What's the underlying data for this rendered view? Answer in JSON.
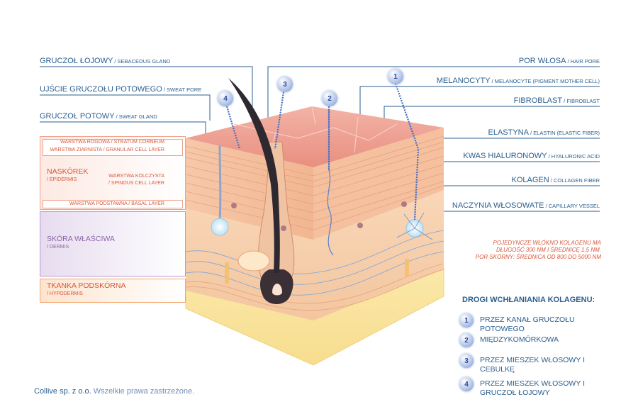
{
  "left_labels": {
    "sebaceous": {
      "main": "GRUCZOŁ ŁOJOWY",
      "sub": " / SEBACEOUS GLAND"
    },
    "sweat_pore": {
      "main": "UJŚCIE GRUCZOŁU POTOWEGO",
      "sub": " / SWEAT PORE"
    },
    "sweat_gland": {
      "main": "GRUCZOŁ POTOWY",
      "sub": " / SWEAT GLAND"
    }
  },
  "right_labels": {
    "hair_pore": {
      "main": "POR WŁOSA",
      "sub": " / HAIR PORE"
    },
    "melanocyte": {
      "main": "MELANOCYTY",
      "sub": " / MELANOCYTE (PIGMENT MOTHER CELL)"
    },
    "fibroblast": {
      "main": "FIBROBLAST",
      "sub": " / FIBROBLAST"
    },
    "elastin": {
      "main": "ELASTYNA",
      "sub": " / ELASTIN (ELASTIC FIBER)"
    },
    "hyaluronic": {
      "main": "KWAS HIALURONOWY",
      "sub": " / HYALURONIC ACID"
    },
    "collagen": {
      "main": "KOLAGEN",
      "sub": " / COLLAGEN FIBER"
    },
    "capillary": {
      "main": "NACZYNIA WŁOSOWATE",
      "sub": " / CAPILLARY VESSEL"
    }
  },
  "layers": {
    "epidermis": {
      "title": "NASKÓREK",
      "sub": "/ EPIDERMIS"
    },
    "stratum_corneum": "WARSTWA ROGOWA / STRATUM CORNEUM",
    "granular": "WARSTWA ZIARNISTA / GRANULAR CELL LAYER",
    "spinous_1": "WARSTWA KOLCZYSTA",
    "spinous_2": "/ SPINOUS CELL LAYER",
    "basal": "WARSTWA PODSTAWNA / BASAL LAYER",
    "dermis": {
      "title": "SKÓRA WŁAŚCIWA",
      "sub": "/ DERMIS"
    },
    "hypodermis": {
      "title": "TKANKA PODSKÓRNA",
      "sub": "/ HYPODERMIS"
    }
  },
  "note": {
    "line1": "POJEDYNCZE WŁÓKNO KOLAGENU MA",
    "line2": "DŁUGOŚĆ 300 NM I ŚREDNICĘ 1,5 NM.",
    "line3": "POR SKÓRNY: ŚREDNICA OD 800 DO 5000 NM"
  },
  "routes": {
    "title": "DROGI WCHŁANIANIA KOLAGENU:",
    "items": [
      {
        "num": "1",
        "text": "PRZEZ KANAŁ GRUCZOŁU POTOWEGO"
      },
      {
        "num": "2",
        "text": "MIĘDZYKOMÓRKOWA"
      },
      {
        "num": "3",
        "text": "PRZEZ MIESZEK WŁOSOWY I CEBULKĘ"
      },
      {
        "num": "4",
        "text": "PRZEZ MIESZEK WŁOSOWY I GRUCZOŁ ŁOJOWY"
      }
    ]
  },
  "badges": [
    "1",
    "2",
    "3",
    "4"
  ],
  "footer": {
    "company": "Collive sp. z o.o.",
    "rights": " Wszelkie prawa zastrzeżone."
  },
  "colors": {
    "label_blue": "#2a5f8f",
    "accent_orange": "#d9573a",
    "dermis_purple": "#8a66a8"
  }
}
